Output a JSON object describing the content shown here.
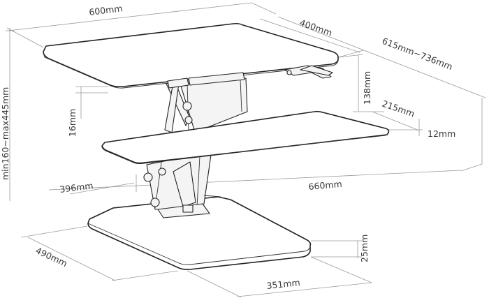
{
  "dimensions": {
    "top_width": "600mm",
    "top_depth": "400mm",
    "overall_depth": "615mm~736mm",
    "height_range": "min160~max445mm",
    "top_thickness": "16mm",
    "top_to_tray": "138mm",
    "tray_depth": "215mm",
    "tray_thickness": "12mm",
    "tray_height": "396mm",
    "tray_width": "660mm",
    "base_depth": "490mm",
    "base_thickness": "25mm",
    "base_width": "351mm"
  }
}
